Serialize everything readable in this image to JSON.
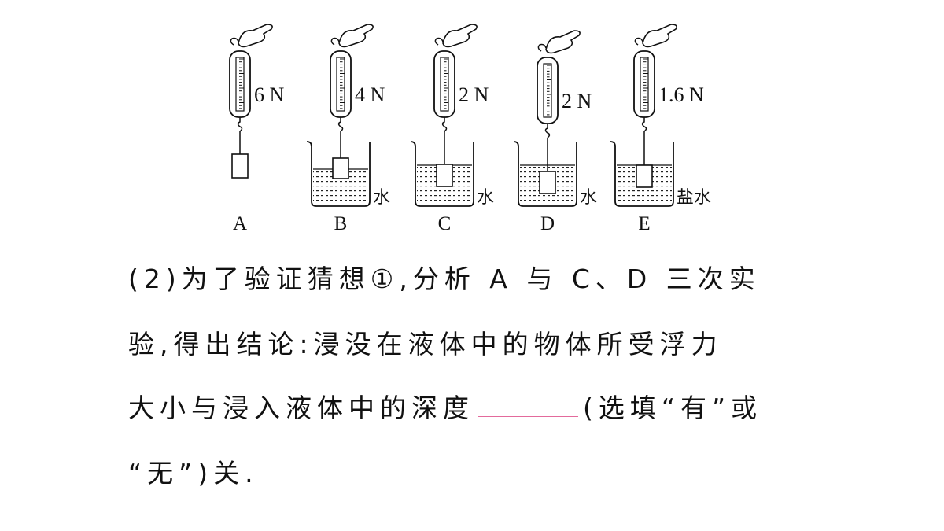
{
  "setups": [
    {
      "label": "A",
      "reading": "6 N",
      "liquid": ""
    },
    {
      "label": "B",
      "reading": "4 N",
      "liquid": "水"
    },
    {
      "label": "C",
      "reading": "2 N",
      "liquid": "水"
    },
    {
      "label": "D",
      "reading": "2 N",
      "liquid": "水"
    },
    {
      "label": "E",
      "reading": "1.6 N",
      "liquid": "盐水"
    }
  ],
  "question": {
    "line1": "(2)为了验证猜想①,分析 A 与 C、D 三次实",
    "line2": "验,得出结论:浸没在液体中的物体所受浮力",
    "line3_before": "大小与浸入液体中的深度",
    "line3_after": "(选填“有”或",
    "line4": "“无”)关."
  },
  "colors": {
    "blank_underline": "#e36a9c"
  }
}
